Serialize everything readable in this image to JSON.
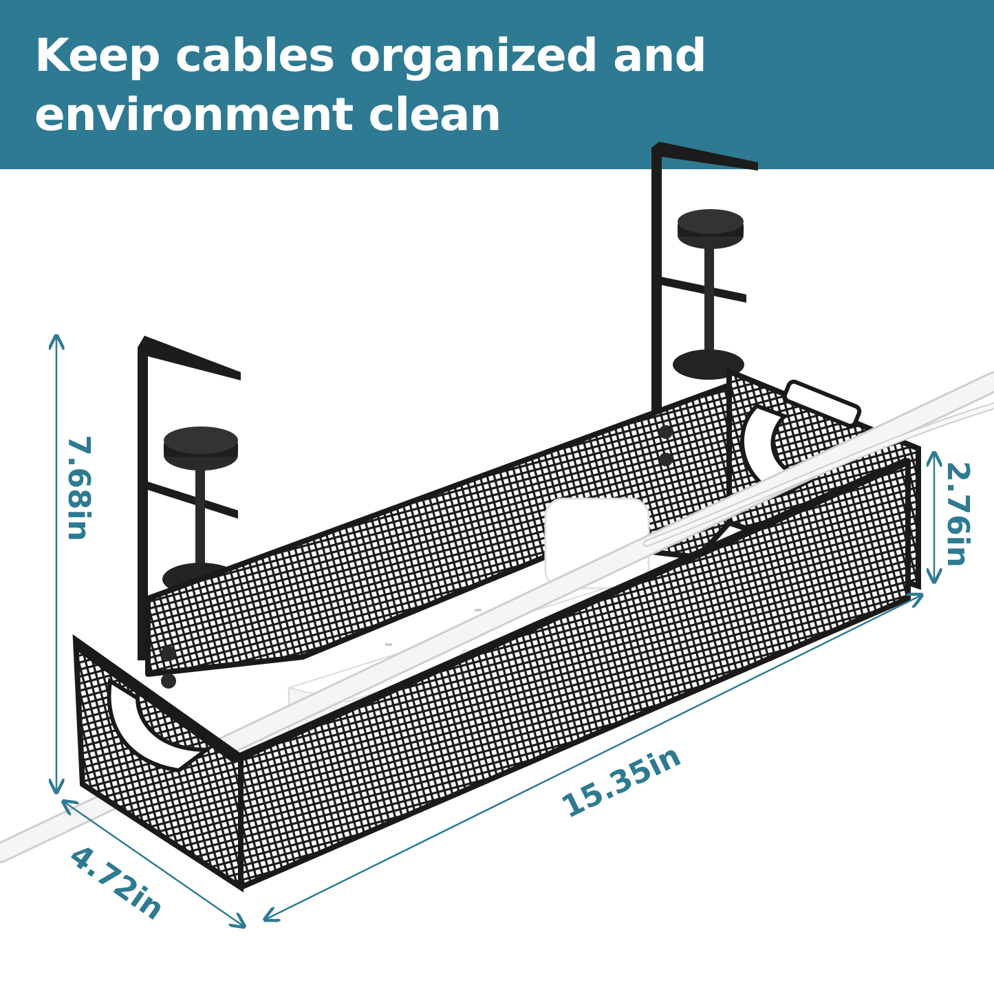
{
  "header": {
    "line1": "Keep cables organized and",
    "line2": "environment clean"
  },
  "dimensions": {
    "height": "7.68in",
    "depth": "2.76in",
    "length": "15.35in",
    "width": "4.72in"
  },
  "colors": {
    "banner": "#2e7a92",
    "dimension": "#2e7a92",
    "metal": "#1a1a1a",
    "cable": "#f2f2f2"
  }
}
